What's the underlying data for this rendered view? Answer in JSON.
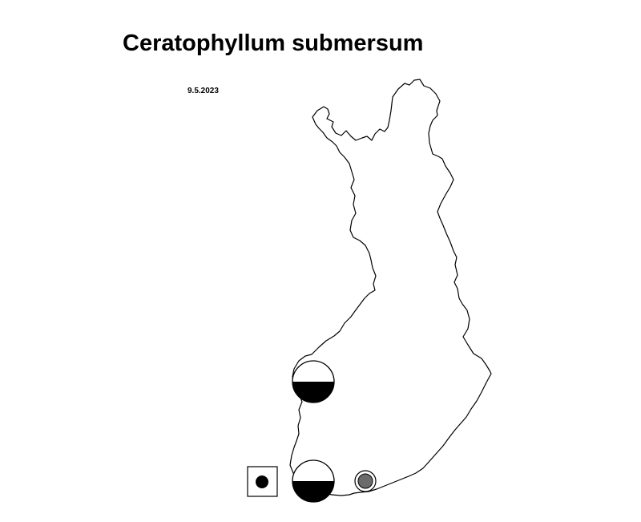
{
  "map": {
    "title": "Ceratophyllum submersum",
    "date": "9.5.2023",
    "region": "Finland",
    "colors": {
      "outline": "#000000",
      "fill": "#ffffff",
      "record": "#000000",
      "record_gray": "#6b6b6b"
    },
    "markers": [
      {
        "name": "half-filled-circle-marker-west-coast",
        "symbol": "large circle, lower half black"
      },
      {
        "name": "half-filled-circle-marker-southwest",
        "symbol": "large circle, lower half black"
      },
      {
        "name": "gray-dot-marker-south-coast",
        "symbol": "small gray dot in ring"
      },
      {
        "name": "black-dot-marker-aland",
        "symbol": "small black dot in square frame"
      }
    ]
  }
}
